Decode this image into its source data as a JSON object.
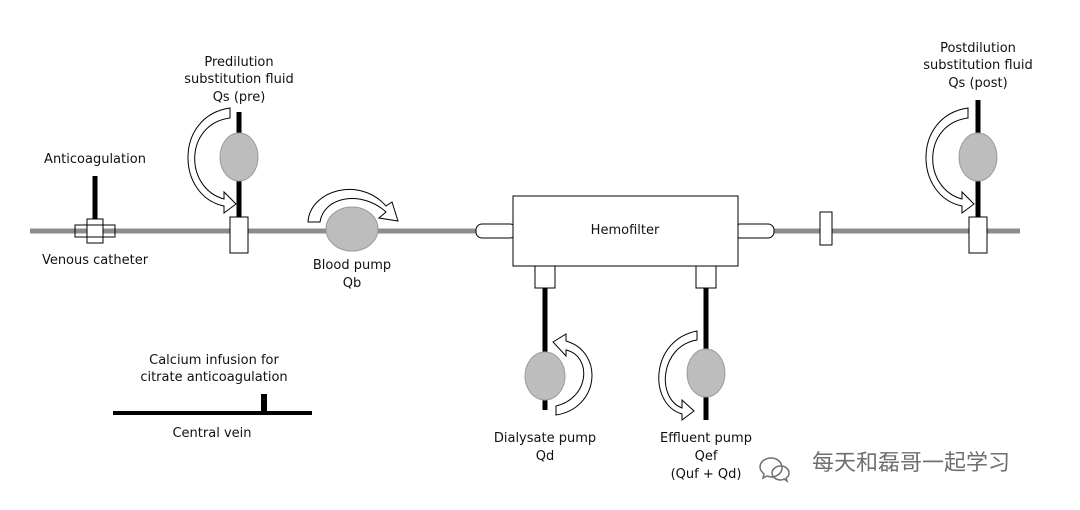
{
  "labels": {
    "predilution_line1": "Predilution",
    "predilution_line2": "substitution fluid",
    "predilution_line3": "Qs (pre)",
    "postdilution_line1": "Postdilution",
    "postdilution_line2": "substitution fluid",
    "postdilution_line3": "Qs (post)",
    "anticoagulation": "Anticoagulation",
    "venous_catheter": "Venous catheter",
    "blood_pump_line1": "Blood pump",
    "blood_pump_line2": "Qb",
    "hemofilter": "Hemofilter",
    "calcium_line1": "Calcium infusion for",
    "calcium_line2": "citrate anticoagulation",
    "central_vein": "Central vein",
    "dialysate_line1": "Dialysate pump",
    "dialysate_line2": "Qd",
    "effluent_line1": "Effluent pump",
    "effluent_line2": "Qef",
    "effluent_line3": "(Quf + Qd)"
  },
  "watermark": "每天和磊哥一起学习",
  "colors": {
    "tube": "#8c8c8c",
    "pump_fill": "#bdbdbd",
    "line": "#000000"
  }
}
